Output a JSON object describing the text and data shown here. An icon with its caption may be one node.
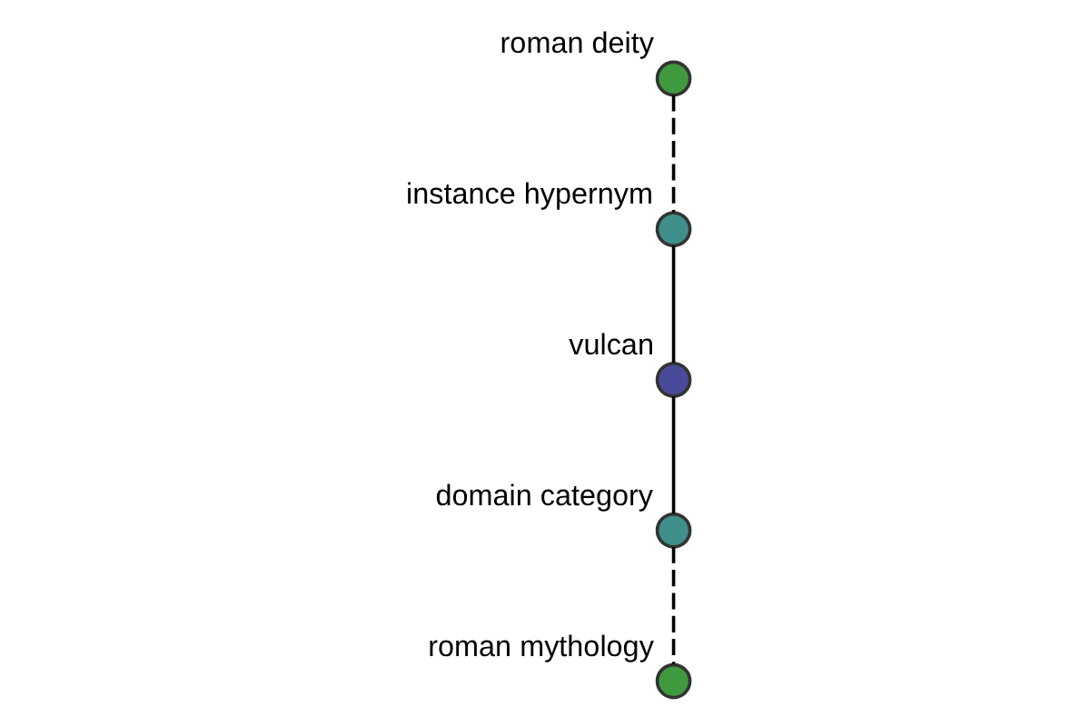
{
  "diagram": {
    "nodes": [
      {
        "text": [],
        "shape": "circle",
        "beside": [
          "roman deity"
        ]
      },
      {
        "text": [],
        "shape": "circle",
        "beside": [
          "instance hypernym"
        ]
      },
      {
        "text": [],
        "shape": "circle",
        "beside": [
          "vulcan"
        ]
      },
      {
        "text": [],
        "shape": "circle",
        "beside": [
          "domain category"
        ]
      },
      {
        "text": [],
        "shape": "circle",
        "beside": [
          "roman mythology"
        ]
      }
    ],
    "edges": [
      {
        "from": 0,
        "to": 1,
        "arrow": "none",
        "style": "dashed"
      },
      {
        "from": 1,
        "to": 2,
        "arrow": "none"
      },
      {
        "from": 2,
        "to": 3,
        "arrow": "none"
      },
      {
        "from": 3,
        "to": 4,
        "arrow": "none",
        "style": "dashed"
      }
    ]
  }
}
